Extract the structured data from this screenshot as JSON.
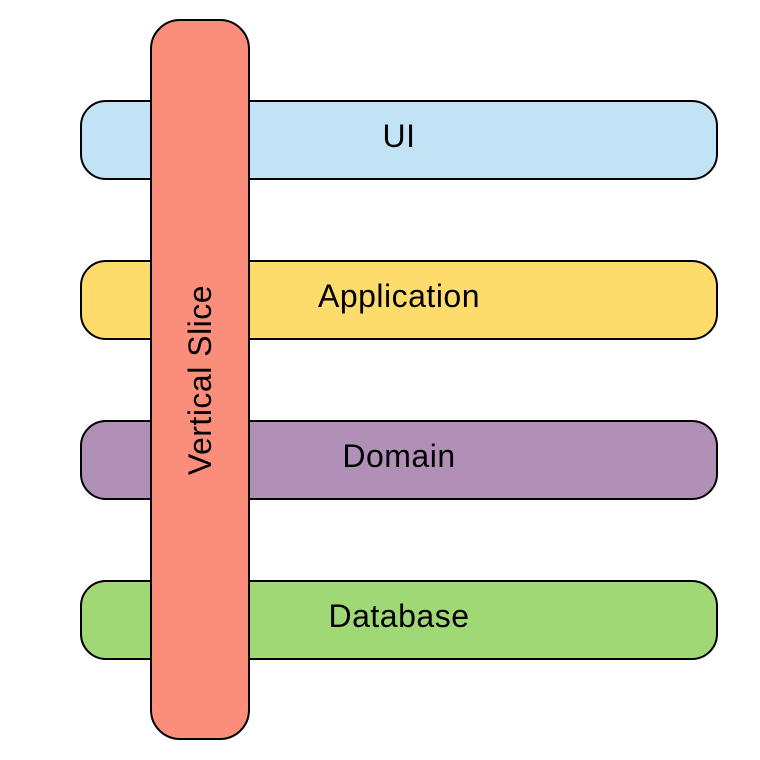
{
  "diagram": {
    "background": "#ffffff",
    "stroke": "#000000",
    "layers": [
      {
        "id": "ui",
        "label": "UI",
        "fill": "#c2e2f6"
      },
      {
        "id": "application",
        "label": "Application",
        "fill": "#fedc6c"
      },
      {
        "id": "domain",
        "label": "Domain",
        "fill": "#b190b7"
      },
      {
        "id": "database",
        "label": "Database",
        "fill": "#9fd874"
      }
    ],
    "slice": {
      "label": "Vertical Slice",
      "fill": "#fb8e7a"
    }
  }
}
